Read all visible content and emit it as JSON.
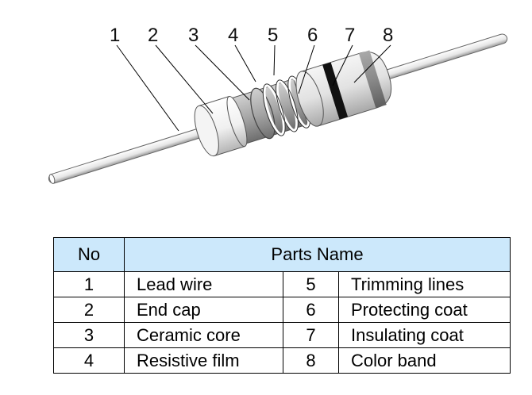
{
  "diagram": {
    "callouts": [
      "1",
      "2",
      "3",
      "4",
      "5",
      "6",
      "7",
      "8"
    ]
  },
  "table": {
    "header": {
      "no": "No",
      "parts_name": "Parts Name"
    },
    "rows": [
      {
        "no_left": "1",
        "name_left": "Lead wire",
        "no_right": "5",
        "name_right": "Trimming lines"
      },
      {
        "no_left": "2",
        "name_left": "End cap",
        "no_right": "6",
        "name_right": "Protecting coat"
      },
      {
        "no_left": "3",
        "name_left": "Ceramic core",
        "no_right": "7",
        "name_right": "Insulating coat"
      },
      {
        "no_left": "4",
        "name_left": "Resistive film",
        "no_right": "8",
        "name_right": "Color band"
      }
    ]
  },
  "colors": {
    "header_bg": "#cce8fb",
    "body_light": "#f2f2f2",
    "body_dark": "#8c8c8c",
    "band_black": "#111111"
  }
}
